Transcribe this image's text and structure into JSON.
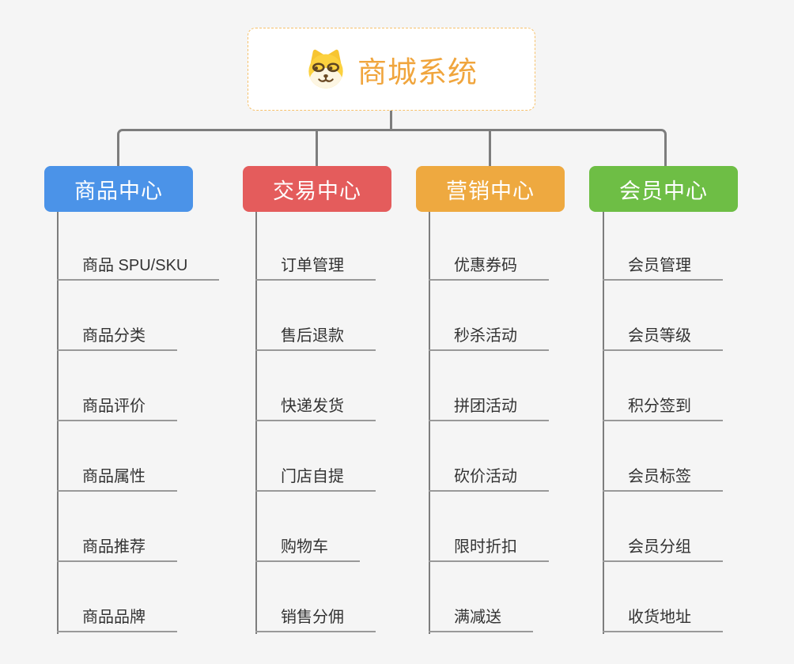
{
  "page": {
    "background": "#F5F5F5"
  },
  "root": {
    "label": "商城系统",
    "icon": "doge-icon",
    "text_color": "#F0A53D",
    "border_color": "#F6C16B",
    "background": "#FFFFFF"
  },
  "colors": {
    "connector": "#7D7D7D",
    "underline": "#999999",
    "child_text": "#333333"
  },
  "branches": [
    {
      "label": "商品中心",
      "color": "#4B93E8",
      "children": [
        "商品 SPU/SKU",
        "商品分类",
        "商品评价",
        "商品属性",
        "商品推荐",
        "商品品牌"
      ]
    },
    {
      "label": "交易中心",
      "color": "#E45C5C",
      "children": [
        "订单管理",
        "售后退款",
        "快递发货",
        "门店自提",
        "购物车",
        "销售分佣"
      ]
    },
    {
      "label": "营销中心",
      "color": "#EEA940",
      "children": [
        "优惠券码",
        "秒杀活动",
        "拼团活动",
        "砍价活动",
        "限时折扣",
        "满减送"
      ]
    },
    {
      "label": "会员中心",
      "color": "#6EBE45",
      "children": [
        "会员管理",
        "会员等级",
        "积分签到",
        "会员标签",
        "会员分组",
        "收货地址"
      ]
    }
  ]
}
